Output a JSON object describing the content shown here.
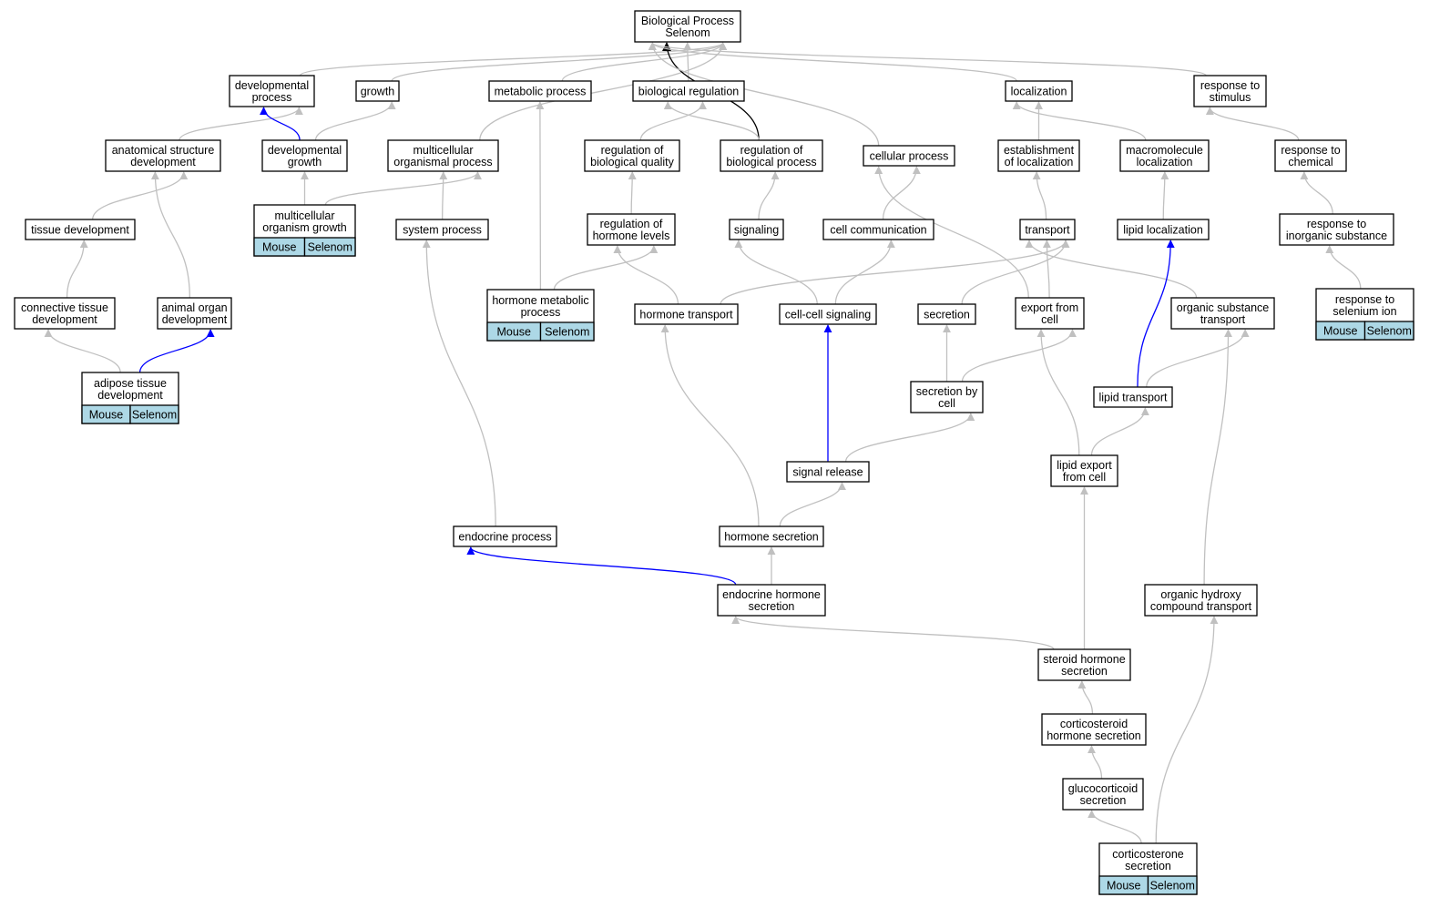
{
  "colors": {
    "edge_default": "#c0c0c0",
    "edge_highlight": "#0000ff",
    "edge_root": "#000000",
    "species_fill": "#add8e6"
  },
  "nodes": [
    {
      "id": "root",
      "lines": [
        "Biological Process",
        "Selenom"
      ]
    },
    {
      "id": "dev_process",
      "lines": [
        "developmental",
        "process"
      ]
    },
    {
      "id": "growth",
      "lines": [
        "growth"
      ]
    },
    {
      "id": "metabolic",
      "lines": [
        "metabolic process"
      ]
    },
    {
      "id": "bio_reg",
      "lines": [
        "biological regulation"
      ]
    },
    {
      "id": "localization",
      "lines": [
        "localization"
      ]
    },
    {
      "id": "resp_stim",
      "lines": [
        "response to",
        "stimulus"
      ]
    },
    {
      "id": "anat_dev",
      "lines": [
        "anatomical structure",
        "development"
      ]
    },
    {
      "id": "dev_growth",
      "lines": [
        "developmental",
        "growth"
      ]
    },
    {
      "id": "multi_org",
      "lines": [
        "multicellular",
        "organismal process"
      ]
    },
    {
      "id": "reg_qual",
      "lines": [
        "regulation of",
        "biological quality"
      ]
    },
    {
      "id": "reg_bio",
      "lines": [
        "regulation of",
        "biological process"
      ]
    },
    {
      "id": "cell_proc",
      "lines": [
        "cellular process"
      ]
    },
    {
      "id": "estab_loc",
      "lines": [
        "establishment",
        "of localization"
      ]
    },
    {
      "id": "macro_loc",
      "lines": [
        "macromolecule",
        "localization"
      ]
    },
    {
      "id": "resp_chem",
      "lines": [
        "response to",
        "chemical"
      ]
    },
    {
      "id": "tissue_dev",
      "lines": [
        "tissue development"
      ]
    },
    {
      "id": "multi_growth",
      "lines": [
        "multicellular",
        "organism growth"
      ],
      "species": [
        "Mouse",
        "Selenom"
      ]
    },
    {
      "id": "system_proc",
      "lines": [
        "system process"
      ]
    },
    {
      "id": "reg_horm",
      "lines": [
        "regulation of",
        "hormone levels"
      ]
    },
    {
      "id": "signaling",
      "lines": [
        "signaling"
      ]
    },
    {
      "id": "cell_comm",
      "lines": [
        "cell communication"
      ]
    },
    {
      "id": "transport",
      "lines": [
        "transport"
      ]
    },
    {
      "id": "lipid_loc",
      "lines": [
        "lipid localization"
      ]
    },
    {
      "id": "resp_inorg",
      "lines": [
        "response to",
        "inorganic substance"
      ]
    },
    {
      "id": "conn_tissue",
      "lines": [
        "connective tissue",
        "development"
      ]
    },
    {
      "id": "animal_organ",
      "lines": [
        "animal organ",
        "development"
      ]
    },
    {
      "id": "horm_metab",
      "lines": [
        "hormone metabolic",
        "process"
      ],
      "species": [
        "Mouse",
        "Selenom"
      ]
    },
    {
      "id": "horm_transport",
      "lines": [
        "hormone transport"
      ]
    },
    {
      "id": "cc_signaling",
      "lines": [
        "cell-cell signaling"
      ]
    },
    {
      "id": "secretion",
      "lines": [
        "secretion"
      ]
    },
    {
      "id": "export_cell",
      "lines": [
        "export from",
        "cell"
      ]
    },
    {
      "id": "org_sub_transport",
      "lines": [
        "organic substance",
        "transport"
      ]
    },
    {
      "id": "resp_selenium",
      "lines": [
        "response to",
        "selenium ion"
      ],
      "species": [
        "Mouse",
        "Selenom"
      ]
    },
    {
      "id": "adipose",
      "lines": [
        "adipose tissue",
        "development"
      ],
      "species": [
        "Mouse",
        "Selenom"
      ]
    },
    {
      "id": "secr_cell",
      "lines": [
        "secretion by",
        "cell"
      ]
    },
    {
      "id": "lipid_transport",
      "lines": [
        "lipid transport"
      ]
    },
    {
      "id": "signal_release",
      "lines": [
        "signal release"
      ]
    },
    {
      "id": "lipid_export",
      "lines": [
        "lipid export",
        "from cell"
      ]
    },
    {
      "id": "endocrine_proc",
      "lines": [
        "endocrine process"
      ]
    },
    {
      "id": "horm_secretion",
      "lines": [
        "hormone secretion"
      ]
    },
    {
      "id": "endo_horm_secr",
      "lines": [
        "endocrine hormone",
        "secretion"
      ]
    },
    {
      "id": "org_hydroxy",
      "lines": [
        "organic hydroxy",
        "compound transport"
      ]
    },
    {
      "id": "steroid_secr",
      "lines": [
        "steroid hormone",
        "secretion"
      ]
    },
    {
      "id": "cortico_secr",
      "lines": [
        "corticosteroid",
        "hormone secretion"
      ]
    },
    {
      "id": "gluco_secr",
      "lines": [
        "glucocorticoid",
        "secretion"
      ]
    },
    {
      "id": "corticosterone",
      "lines": [
        "corticosterone",
        "secretion"
      ],
      "species": [
        "Mouse",
        "Selenom"
      ]
    }
  ],
  "edges": [
    {
      "from": "dev_process",
      "to": "root",
      "kind": "default"
    },
    {
      "from": "growth",
      "to": "root",
      "kind": "default"
    },
    {
      "from": "multi_org",
      "to": "root",
      "kind": "default"
    },
    {
      "from": "metabolic",
      "to": "root",
      "kind": "default"
    },
    {
      "from": "bio_reg",
      "to": "root",
      "kind": "default"
    },
    {
      "from": "reg_bio",
      "to": "root",
      "kind": "root"
    },
    {
      "from": "cell_proc",
      "to": "root",
      "kind": "default"
    },
    {
      "from": "localization",
      "to": "root",
      "kind": "default"
    },
    {
      "from": "resp_stim",
      "to": "root",
      "kind": "default"
    },
    {
      "from": "anat_dev",
      "to": "dev_process",
      "kind": "default"
    },
    {
      "from": "dev_growth",
      "to": "dev_process",
      "kind": "highlight"
    },
    {
      "from": "dev_growth",
      "to": "growth",
      "kind": "default"
    },
    {
      "from": "multi_growth",
      "to": "dev_growth",
      "kind": "default"
    },
    {
      "from": "multi_growth",
      "to": "multi_org",
      "kind": "default"
    },
    {
      "from": "system_proc",
      "to": "multi_org",
      "kind": "default"
    },
    {
      "from": "reg_qual",
      "to": "bio_reg",
      "kind": "default"
    },
    {
      "from": "reg_bio",
      "to": "bio_reg",
      "kind": "default"
    },
    {
      "from": "reg_horm",
      "to": "reg_qual",
      "kind": "default"
    },
    {
      "from": "horm_metab",
      "to": "metabolic",
      "kind": "default"
    },
    {
      "from": "horm_metab",
      "to": "reg_horm",
      "kind": "default"
    },
    {
      "from": "signaling",
      "to": "reg_bio",
      "kind": "default"
    },
    {
      "from": "cell_comm",
      "to": "cell_proc",
      "kind": "default"
    },
    {
      "from": "estab_loc",
      "to": "localization",
      "kind": "default"
    },
    {
      "from": "macro_loc",
      "to": "localization",
      "kind": "default"
    },
    {
      "from": "transport",
      "to": "estab_loc",
      "kind": "default"
    },
    {
      "from": "lipid_loc",
      "to": "macro_loc",
      "kind": "default"
    },
    {
      "from": "resp_chem",
      "to": "resp_stim",
      "kind": "default"
    },
    {
      "from": "resp_inorg",
      "to": "resp_chem",
      "kind": "default"
    },
    {
      "from": "resp_selenium",
      "to": "resp_inorg",
      "kind": "default"
    },
    {
      "from": "tissue_dev",
      "to": "anat_dev",
      "kind": "default"
    },
    {
      "from": "animal_organ",
      "to": "anat_dev",
      "kind": "default"
    },
    {
      "from": "conn_tissue",
      "to": "tissue_dev",
      "kind": "default"
    },
    {
      "from": "adipose",
      "to": "conn_tissue",
      "kind": "default"
    },
    {
      "from": "adipose",
      "to": "animal_organ",
      "kind": "highlight"
    },
    {
      "from": "horm_transport",
      "to": "reg_horm",
      "kind": "default"
    },
    {
      "from": "horm_transport",
      "to": "transport",
      "kind": "default"
    },
    {
      "from": "cc_signaling",
      "to": "signaling",
      "kind": "default"
    },
    {
      "from": "cc_signaling",
      "to": "cell_comm",
      "kind": "default"
    },
    {
      "from": "secretion",
      "to": "transport",
      "kind": "default"
    },
    {
      "from": "export_cell",
      "to": "transport",
      "kind": "default"
    },
    {
      "from": "export_cell",
      "to": "cell_proc",
      "kind": "default"
    },
    {
      "from": "org_sub_transport",
      "to": "transport",
      "kind": "default"
    },
    {
      "from": "secr_cell",
      "to": "secretion",
      "kind": "default"
    },
    {
      "from": "secr_cell",
      "to": "export_cell",
      "kind": "default"
    },
    {
      "from": "lipid_transport",
      "to": "lipid_loc",
      "kind": "highlight"
    },
    {
      "from": "lipid_transport",
      "to": "org_sub_transport",
      "kind": "default"
    },
    {
      "from": "signal_release",
      "to": "cc_signaling",
      "kind": "highlight"
    },
    {
      "from": "signal_release",
      "to": "secr_cell",
      "kind": "default"
    },
    {
      "from": "lipid_export",
      "to": "export_cell",
      "kind": "default"
    },
    {
      "from": "lipid_export",
      "to": "lipid_transport",
      "kind": "default"
    },
    {
      "from": "endocrine_proc",
      "to": "system_proc",
      "kind": "default"
    },
    {
      "from": "horm_secretion",
      "to": "horm_transport",
      "kind": "default"
    },
    {
      "from": "horm_secretion",
      "to": "signal_release",
      "kind": "default"
    },
    {
      "from": "endo_horm_secr",
      "to": "horm_secretion",
      "kind": "default"
    },
    {
      "from": "endo_horm_secr",
      "to": "endocrine_proc",
      "kind": "highlight"
    },
    {
      "from": "org_hydroxy",
      "to": "org_sub_transport",
      "kind": "default"
    },
    {
      "from": "steroid_secr",
      "to": "endo_horm_secr",
      "kind": "default"
    },
    {
      "from": "steroid_secr",
      "to": "lipid_export",
      "kind": "default"
    },
    {
      "from": "cortico_secr",
      "to": "steroid_secr",
      "kind": "default"
    },
    {
      "from": "gluco_secr",
      "to": "cortico_secr",
      "kind": "default"
    },
    {
      "from": "corticosterone",
      "to": "gluco_secr",
      "kind": "default"
    },
    {
      "from": "corticosterone",
      "to": "org_hydroxy",
      "kind": "default"
    }
  ]
}
